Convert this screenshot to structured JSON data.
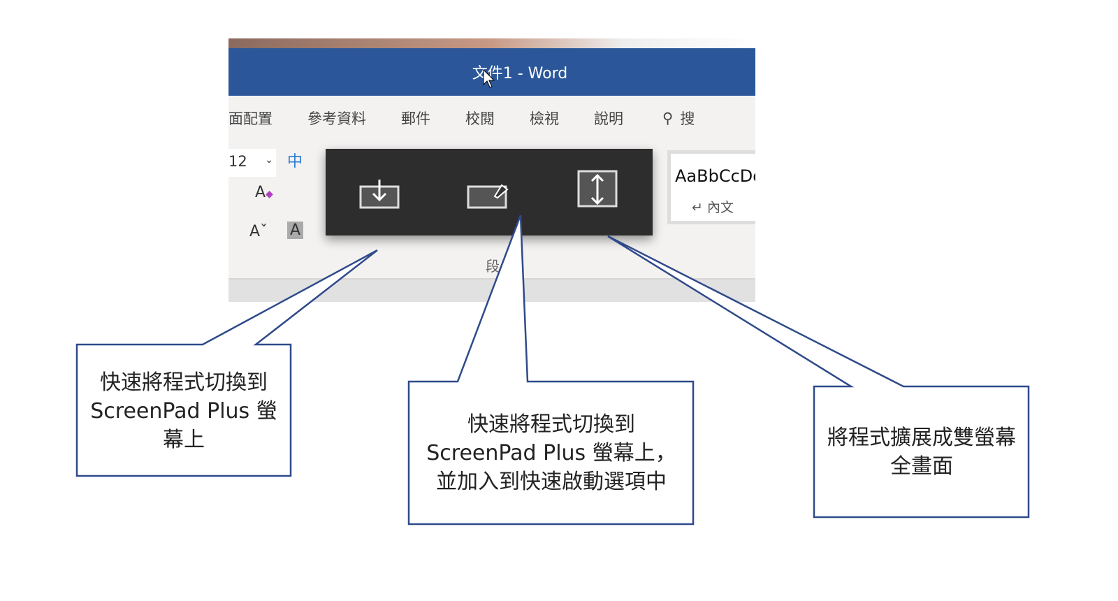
{
  "window": {
    "title": "文件1  -  Word"
  },
  "tabs": [
    "面配置",
    "參考資料",
    "郵件",
    "校閱",
    "檢視",
    "說明"
  ],
  "search_label": "搜",
  "ribbon": {
    "font_size": "12",
    "group_label": "段",
    "style_preview": "AaBbCcDd",
    "style_name": "↵ 內文"
  },
  "overlay_buttons": [
    {
      "name": "move-to-screenpad-icon"
    },
    {
      "name": "pin-to-screenpad-icon"
    },
    {
      "name": "expand-dual-screen-icon"
    }
  ],
  "callouts": [
    {
      "text": "快速將程式切換到 ScreenPad Plus 螢幕上"
    },
    {
      "text": "快速將程式切換到 ScreenPad Plus 螢幕上，並加入到快速啟動選項中"
    },
    {
      "text": "將程式擴展成雙螢幕全畫面"
    }
  ],
  "colors": {
    "title_bar": "#2b579a",
    "callout_border": "#2f4a8a"
  }
}
